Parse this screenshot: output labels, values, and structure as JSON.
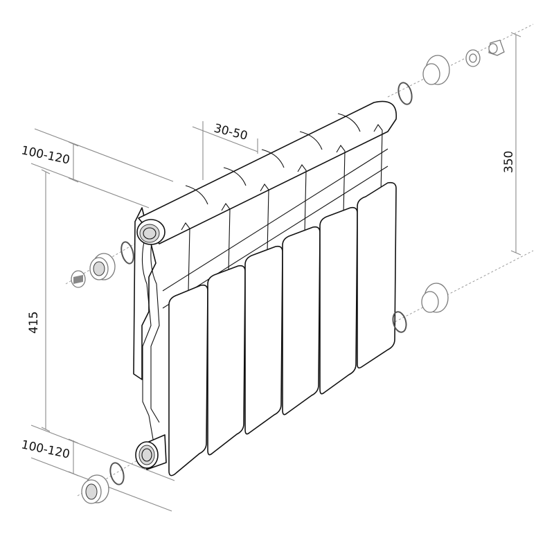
{
  "diagram": {
    "subject": "Sectional radiator exploded assembly with connection dimensions",
    "sections_count": 6,
    "dimensions": {
      "top_depth": "100-120",
      "bottom_depth": "100-120",
      "wall_gap": "30-50",
      "total_height": "415",
      "center_distance": "350"
    },
    "parts": {
      "left_top": [
        "blind plug",
        "reducer nipple",
        "gasket ring"
      ],
      "left_bottom": [
        "reducer nipple",
        "gasket ring"
      ],
      "right_top": [
        "gasket ring",
        "reducer",
        "air vent nipple",
        "air valve (Mayevsky tap)"
      ],
      "right_bottom": [
        "gasket ring",
        "reducer"
      ]
    },
    "colors": {
      "line": "#111111",
      "dimension_line": "#8a8a8a",
      "background": "#ffffff"
    }
  }
}
